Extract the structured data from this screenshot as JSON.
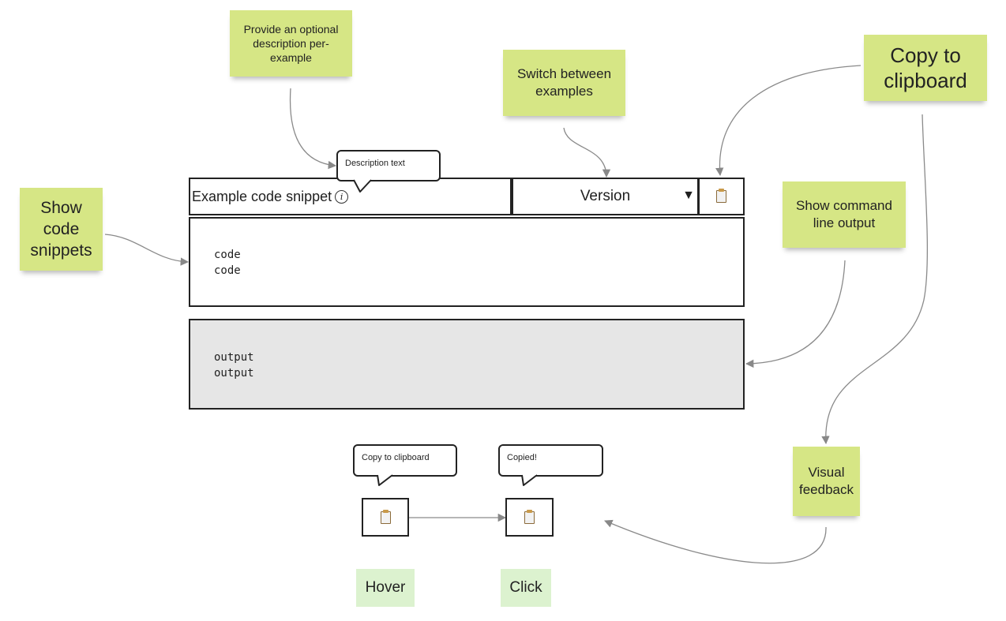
{
  "notes": {
    "description": "Provide an optional description per-example",
    "switch": "Switch between examples",
    "copy": "Copy to clipboard",
    "snippets": "Show code snippets",
    "output": "Show command line output",
    "feedback": "Visual feedback"
  },
  "widget": {
    "title": "Example code snippet",
    "info_glyph": "i",
    "version_label": "Version",
    "caret": "▼",
    "code_lines": [
      "code",
      "code"
    ],
    "output_lines": [
      "output",
      "output"
    ]
  },
  "bubbles": {
    "description": "Description text",
    "hover": "Copy to clipboard",
    "click": "Copied!"
  },
  "states": {
    "hover": "Hover",
    "click": "Click"
  },
  "colors": {
    "sticky": "#d6e685",
    "state_label": "#dcf2cf",
    "output_bg": "#e6e6e6",
    "connector": "#888888"
  }
}
